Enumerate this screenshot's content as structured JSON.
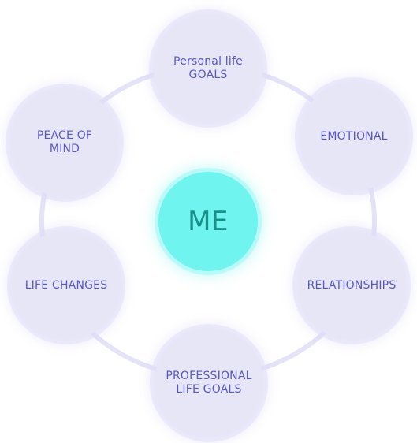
{
  "center": {
    "label": "ME"
  },
  "nodes": [
    {
      "id": "personal-life-goals",
      "label": "Personal life\nGOALS"
    },
    {
      "id": "emotional",
      "label": "EMOTIONAL"
    },
    {
      "id": "relationships",
      "label": "RELATIONSHIPS"
    },
    {
      "id": "professional-life-goals",
      "label": "PROFESSIONAL\nLIFE GOALS"
    },
    {
      "id": "life-changes",
      "label": "LIFE CHANGES"
    },
    {
      "id": "peace-of-mind",
      "label": "PEACE OF\nMIND"
    }
  ],
  "colors": {
    "node_fill": "#e7e6f7",
    "node_text": "#5a57c2",
    "hub_fill": "#70f4ef",
    "hub_text": "#1a8f8a",
    "ring": "#e4e3f8"
  }
}
